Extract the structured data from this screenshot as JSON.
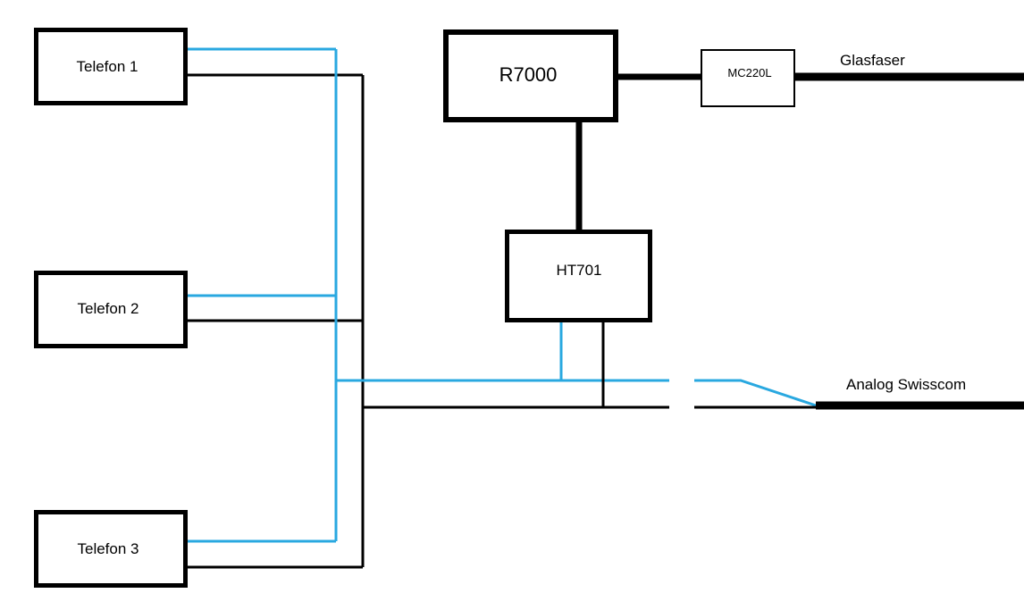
{
  "colors": {
    "line_black": "#000000",
    "line_blue": "#29a8e0",
    "background": "#ffffff"
  },
  "nodes": {
    "telefon1": "Telefon 1",
    "telefon2": "Telefon 2",
    "telefon3": "Telefon 3",
    "r7000": "R7000",
    "mc220l": "MC220L",
    "ht701": "HT701"
  },
  "labels": {
    "glasfaser": "Glasfaser",
    "analog": "Analog Swisscom"
  }
}
